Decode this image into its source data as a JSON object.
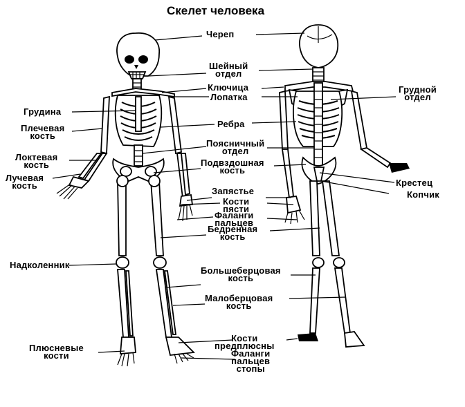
{
  "title": "Скелет человека",
  "labels": {
    "cherep": "Череп",
    "sheyniy_1": "Шейный",
    "sheyniy_2": "отдел",
    "klyuchitsa": "Ключица",
    "lopatka": "Лопатка",
    "grudina": "Грудина",
    "plechevaya_1": "Плечевая",
    "plechevaya_2": "кость",
    "rebra": "Ребра",
    "grudnoy_1": "Грудной",
    "grudnoy_2": "отдел",
    "poyasnichniy_1": "Поясничный",
    "poyasnichniy_2": "отдел",
    "loktevaya_1": "Локтевая",
    "loktevaya_2": "кость",
    "podvzdoshnaya_1": "Подвздошная",
    "podvzdoshnaya_2": "кость",
    "luchevaya_1": "Лучевая",
    "luchevaya_2": "кость",
    "krestets": "Крестец",
    "kopchik": "Копчик",
    "zapyastye": "Запястье",
    "pyasti_1": "Кости",
    "pyasti_2": "пясти",
    "falangi_1": "Фаланги",
    "falangi_2": "пальцев",
    "bedrennaya_1": "Бедренная",
    "bedrennaya_2": "кость",
    "nadkolennik": "Надколенник",
    "bolshebertsovaya_1": "Большеберцовая",
    "bolshebertsovaya_2": "кость",
    "maloberstovaya_1": "Малоберцовая",
    "maloberstovaya_2": "кость",
    "predplyusna_1": "Кости",
    "predplyusna_2": "предплюсны",
    "falangi_stopy_1": "Фаланги",
    "falangi_stopy_2": "пальцев",
    "falangi_stopy_3": "стопы",
    "plyusnevye_1": "Плюсневые",
    "plyusnevye_2": "кости"
  }
}
